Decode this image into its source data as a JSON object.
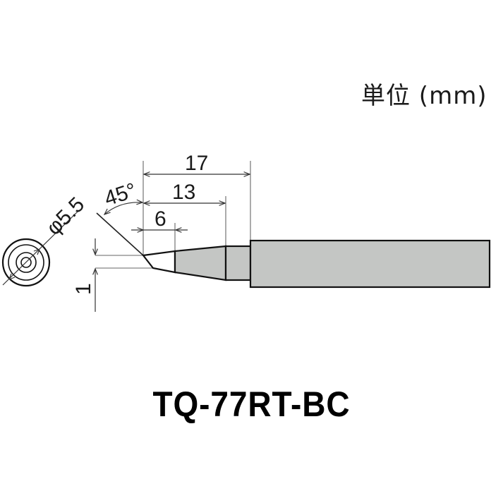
{
  "header": {
    "unit_label": "単位 (mm)"
  },
  "drawing": {
    "dimensions": {
      "diameter": "φ5.5",
      "angle": "45°",
      "length_total": "17",
      "length_mid": "13",
      "length_tip": "6",
      "tip_height": "1"
    },
    "colors": {
      "body_fill": "#c4c6c4",
      "outline": "#111111",
      "dim_line": "#555555"
    }
  },
  "footer": {
    "model_name": "TQ-77RT-BC"
  }
}
